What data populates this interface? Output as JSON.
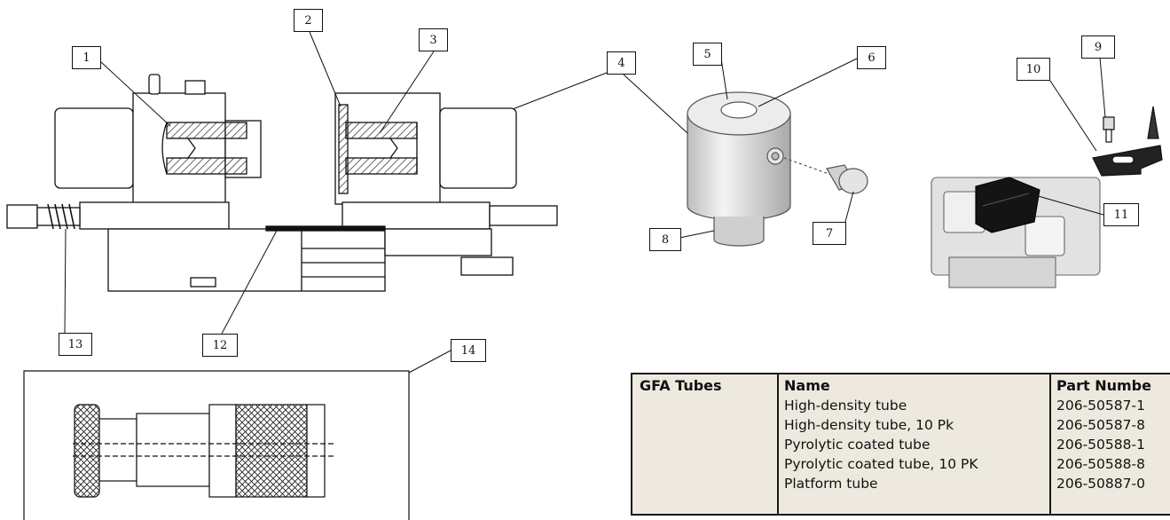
{
  "callouts": [
    "1",
    "2",
    "3",
    "4",
    "5",
    "6",
    "7",
    "8",
    "9",
    "10",
    "11",
    "13",
    "12",
    "14"
  ],
  "parts_table": {
    "group_header": "GFA Tubes",
    "name_header": "Name",
    "part_number_header": "Part Numbe",
    "rows": [
      {
        "name": "High-density tube",
        "part_number": "206-50587-1"
      },
      {
        "name": "High-density tube, 10 Pk",
        "part_number": "206-50587-8"
      },
      {
        "name": "Pyrolytic coated tube",
        "part_number": "206-50588-1"
      },
      {
        "name": "Pyrolytic coated tube, 10 PK",
        "part_number": "206-50588-8"
      },
      {
        "name": "Platform tube",
        "part_number": "206-50887-0"
      }
    ]
  }
}
